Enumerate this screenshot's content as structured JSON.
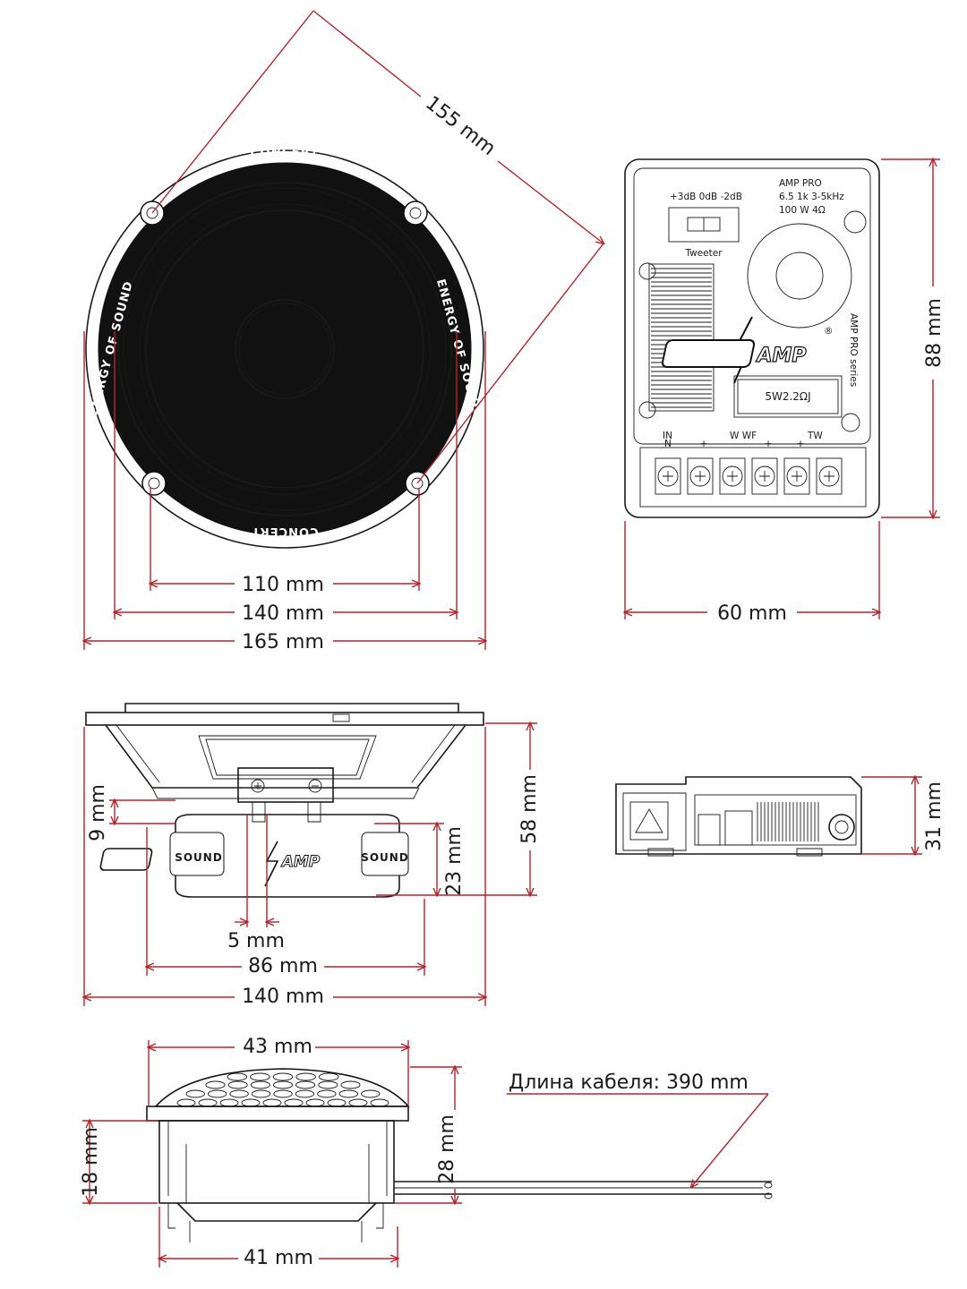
{
  "speaker_front": {
    "diagonal": "155 mm",
    "hole_spacing": "110 mm",
    "mounting_diameter": "140 mm",
    "outer_diameter": "165 mm",
    "brand_ring_top": "CONCERT",
    "brand_ring_bottom": "CONCERT",
    "brand_ring_left": "ENERGY OF SOUND",
    "brand_ring_right": "ENERGY OF SOUND"
  },
  "speaker_side": {
    "frame_offset": "9 mm",
    "depth": "58 mm",
    "magnet_height": "23 mm",
    "terminal_gap": "5 mm",
    "magnet_diameter": "86 mm",
    "width": "140 mm",
    "magnet_text_left": "SOUND",
    "magnet_text_right": "SOUND",
    "magnet_logo": "AMP"
  },
  "crossover_top": {
    "width": "60 mm",
    "height": "88 mm",
    "switch_levels": "+3dB  0dB  -2dB",
    "switch_label": "Tweeter",
    "model": "AMP PRO",
    "spec_line1": "6.5  1k   3-5kHz",
    "spec_line2": "100 W   4Ω",
    "resistor": "5W2.2ΩJ",
    "logo": "AMP",
    "registered": "®",
    "series": "AMP PRO series",
    "terminal_in": "IN",
    "terminal_in2": "N",
    "terminal_wf": "W  WF",
    "terminal_tw": "TW",
    "terminal_signs": [
      "-",
      "+",
      "-",
      "+",
      "+",
      "-"
    ]
  },
  "crossover_side": {
    "height": "31 mm"
  },
  "tweeter": {
    "top_diameter": "43 mm",
    "bottom_diameter": "41 mm",
    "body_height": "18 mm",
    "total_height": "28 mm",
    "cable": "Длина кабеля: 390 mm"
  },
  "colors": {
    "dimension_line": "#b5232a",
    "drawing": "#1a1a1a"
  }
}
